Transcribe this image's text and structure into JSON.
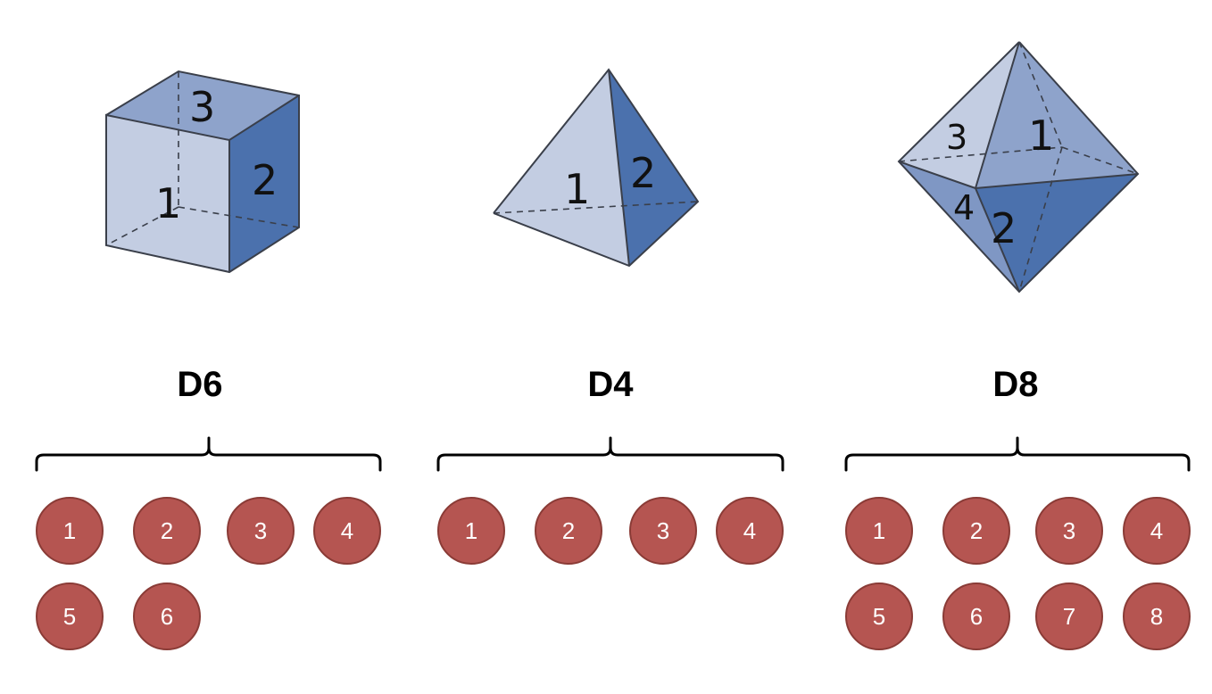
{
  "colors": {
    "face_light": "#c3cde2",
    "face_mid": "#8ea3cb",
    "face_dark": "#4b71ad",
    "outcome_fill": "#b55551",
    "outcome_text": "#ffffff"
  },
  "dice": [
    {
      "name": "D6",
      "face_labels": [
        "1",
        "2",
        "3"
      ],
      "outcomes": [
        "1",
        "2",
        "3",
        "4",
        "5",
        "6"
      ]
    },
    {
      "name": "D4",
      "face_labels": [
        "1",
        "2"
      ],
      "outcomes": [
        "1",
        "2",
        "3",
        "4"
      ]
    },
    {
      "name": "D8",
      "face_labels": [
        "1",
        "2",
        "3",
        "4"
      ],
      "outcomes": [
        "1",
        "2",
        "3",
        "4",
        "5",
        "6",
        "7",
        "8"
      ]
    }
  ]
}
